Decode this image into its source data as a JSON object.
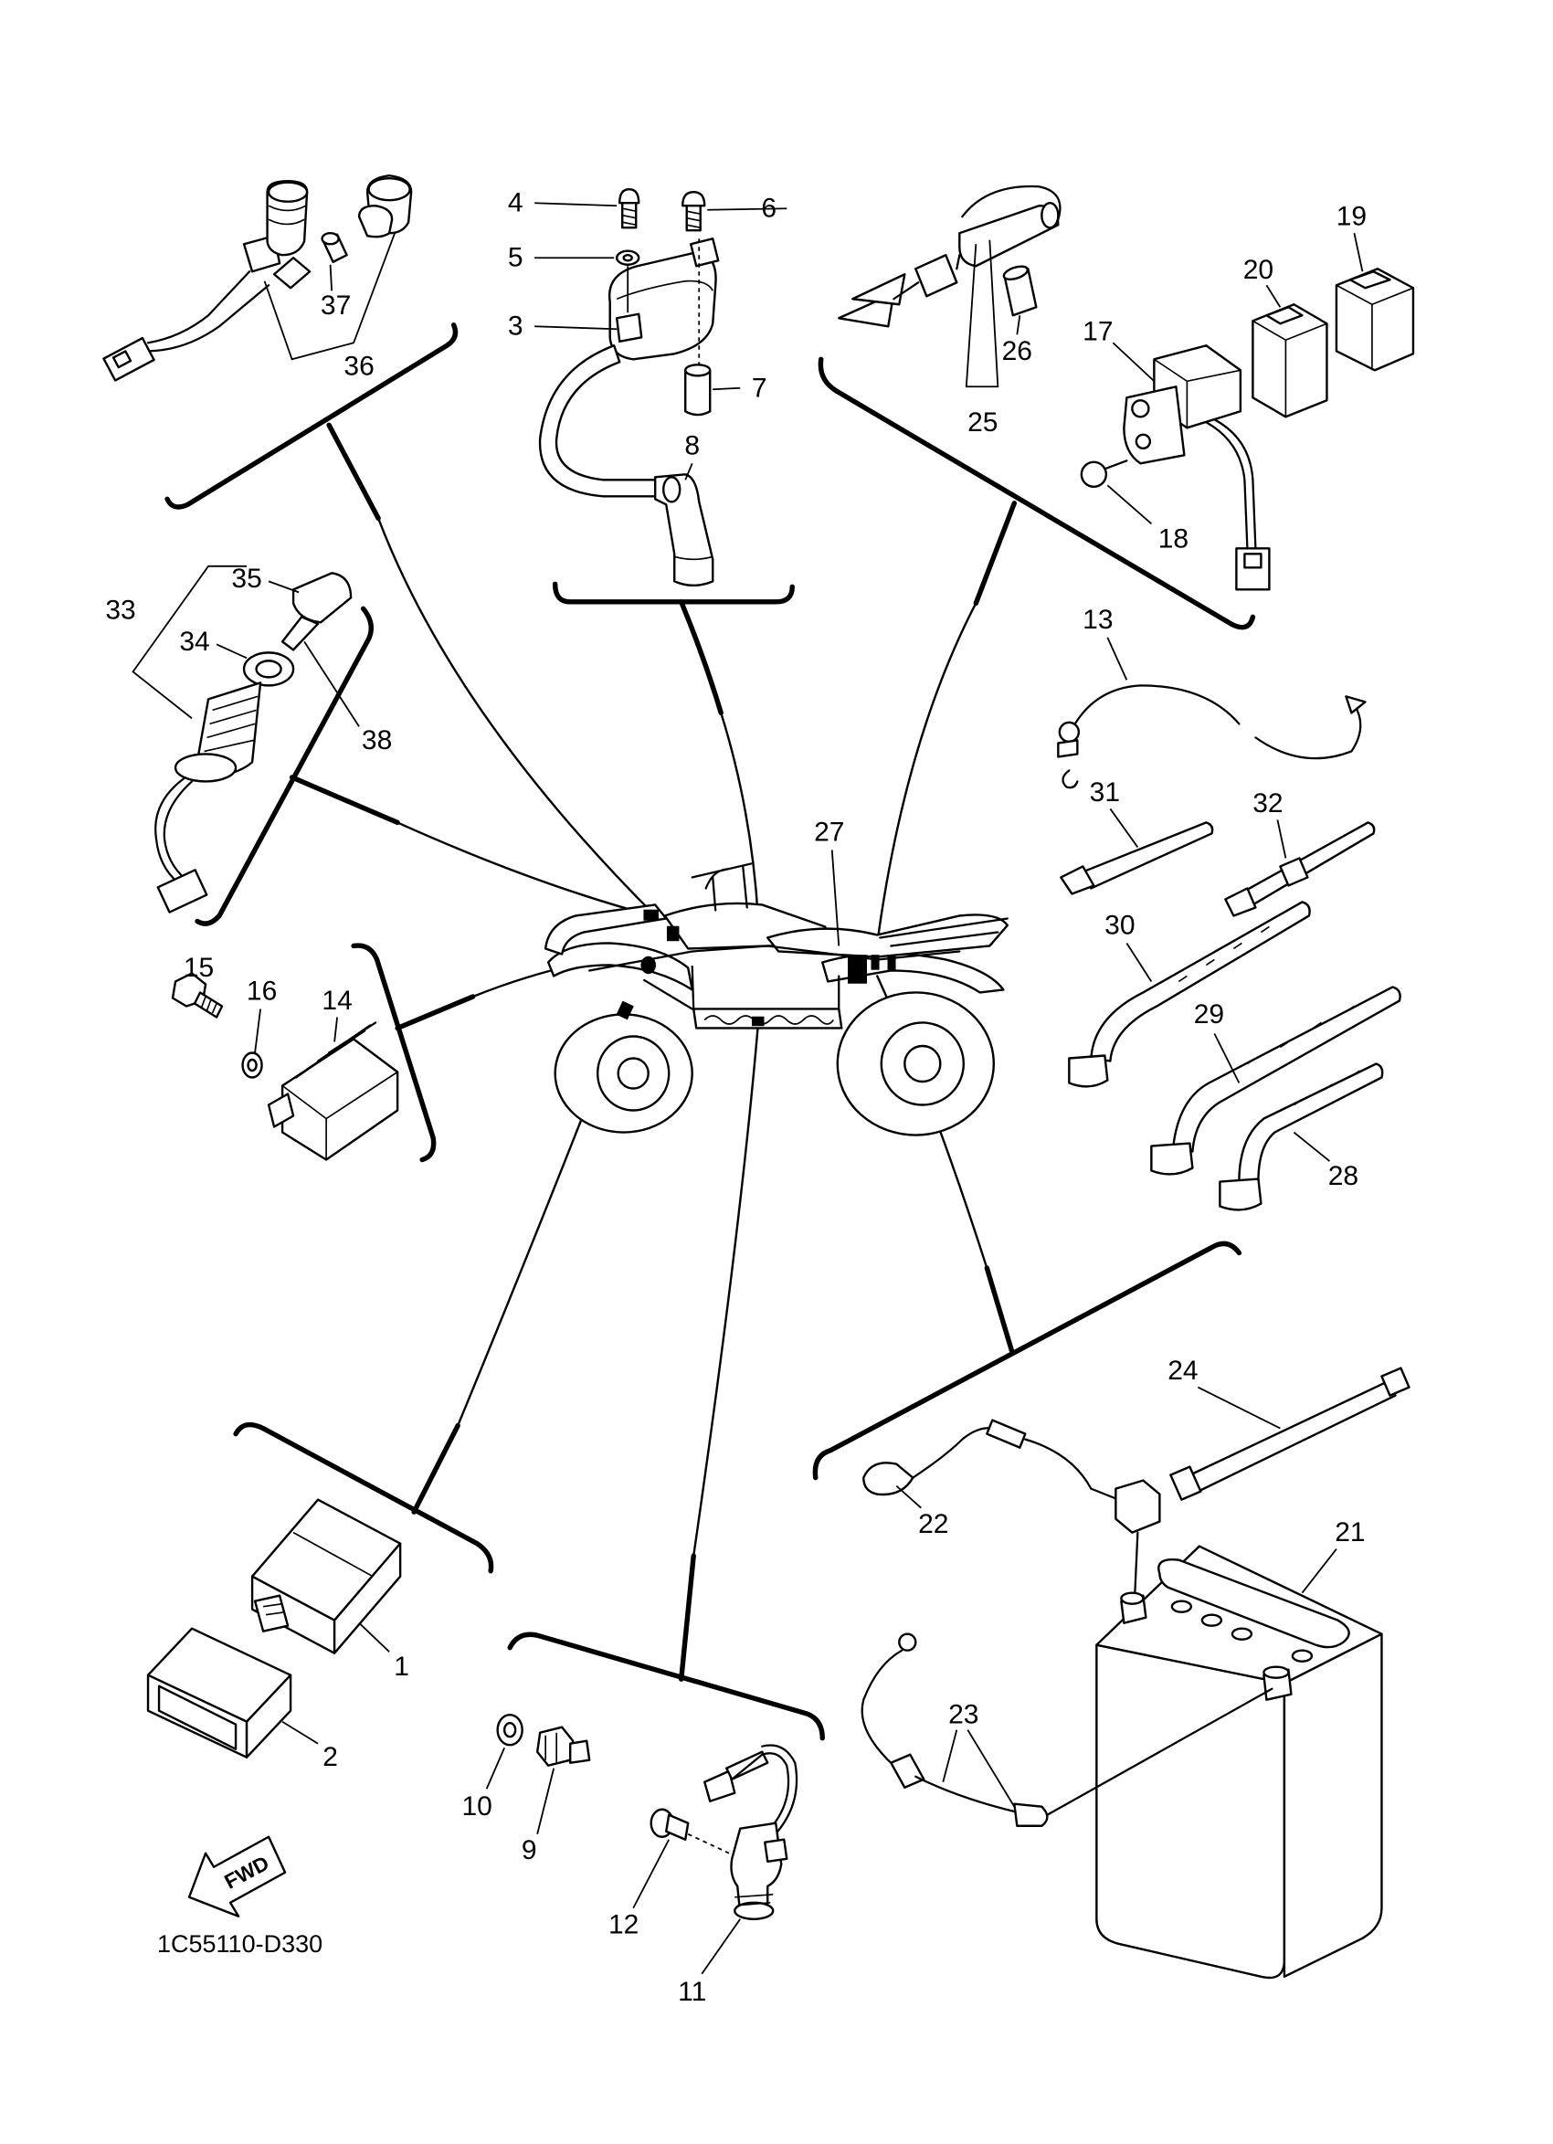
{
  "labels": {
    "p1": "1",
    "p2": "2",
    "p3": "3",
    "p4": "4",
    "p5": "5",
    "p6": "6",
    "p7": "7",
    "p8": "8",
    "p9": "9",
    "p10": "10",
    "p11": "11",
    "p12": "12",
    "p13": "13",
    "p14": "14",
    "p15": "15",
    "p16": "16",
    "p17": "17",
    "p18": "18",
    "p19": "19",
    "p20": "20",
    "p21": "21",
    "p22": "22",
    "p23": "23",
    "p24": "24",
    "p25": "25",
    "p26": "26",
    "p27": "27",
    "p28": "28",
    "p29": "29",
    "p30": "30",
    "p31": "31",
    "p32": "32",
    "p33": "33",
    "p34": "34",
    "p35": "35",
    "p36": "36",
    "p37": "37",
    "p38": "38"
  },
  "fwd_label": "FWD",
  "diagram_code": "1C55110-D330"
}
